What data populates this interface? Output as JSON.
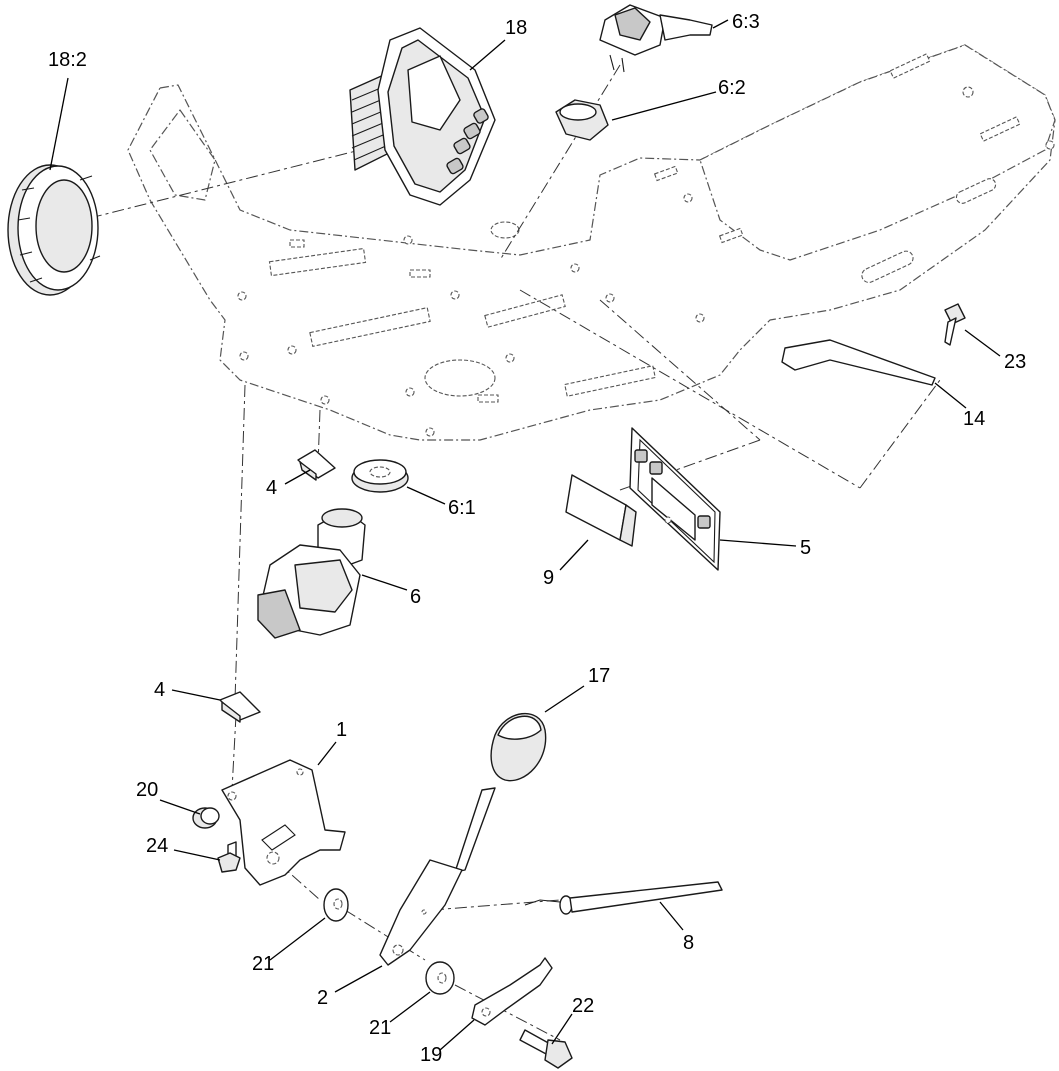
{
  "callouts": [
    {
      "label": "18:2"
    },
    {
      "label": "18"
    },
    {
      "label": "6:3"
    },
    {
      "label": "6:2"
    },
    {
      "label": "23"
    },
    {
      "label": "14"
    },
    {
      "label": "4"
    },
    {
      "label": "6:1"
    },
    {
      "label": "5"
    },
    {
      "label": "9"
    },
    {
      "label": "6"
    },
    {
      "label": "17"
    },
    {
      "label": "4"
    },
    {
      "label": "1"
    },
    {
      "label": "20"
    },
    {
      "label": "24"
    },
    {
      "label": "8"
    },
    {
      "label": "21"
    },
    {
      "label": "2"
    },
    {
      "label": "21"
    },
    {
      "label": "22"
    },
    {
      "label": "19"
    }
  ]
}
